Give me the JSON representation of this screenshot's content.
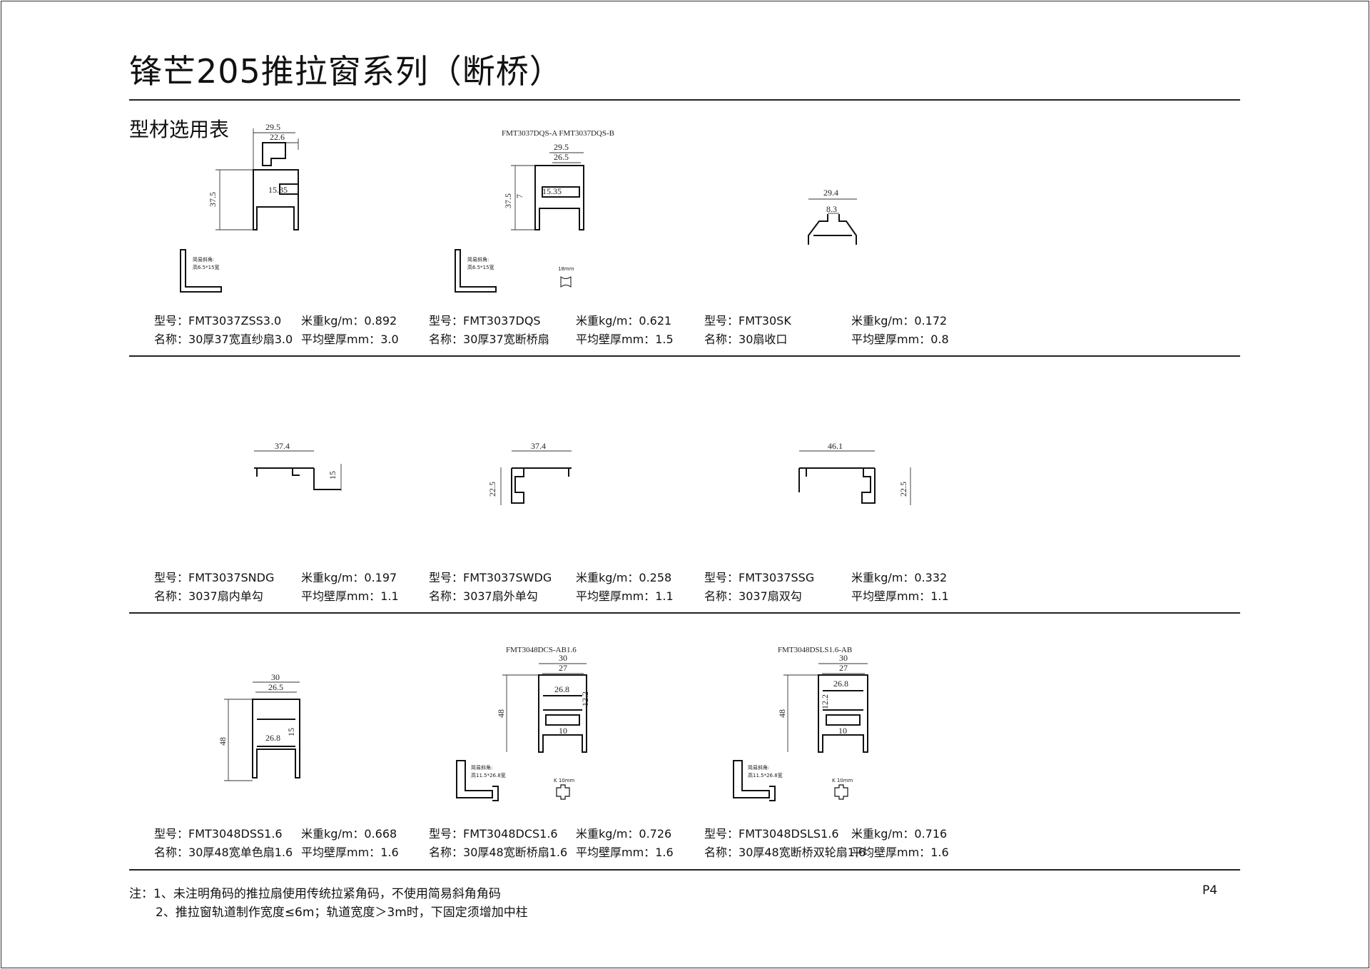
{
  "title": "锋芒205推拉窗系列（断桥）",
  "subtitle": "型材选用表",
  "field_labels": {
    "model": "型号：",
    "name": "名称：",
    "weight": "米重kg/m：",
    "thickness": "平均壁厚mm："
  },
  "profiles": [
    {
      "model": "FMT3037ZSS3.0",
      "name": "30厚37宽直纱扇3.0",
      "weight": "0.892",
      "thickness": "3.0",
      "dims": [
        "29.5",
        "22.6",
        "37.5",
        "15.35"
      ],
      "corner_note": [
        "简易斜角:",
        "高6.5*15宽"
      ]
    },
    {
      "model": "FMT3037DQS",
      "name": "30厚37宽断桥扇",
      "weight": "0.621",
      "thickness": "1.5",
      "header": "FMT3037DQS-A  FMT3037DQS-B",
      "dims": [
        "29.5",
        "26.5",
        "37.5",
        "7",
        "15.35"
      ],
      "corner_note": [
        "简易斜角:",
        "高6.5*15宽"
      ],
      "strip_note": "18mm"
    },
    {
      "model": "FMT30SK",
      "name": "30扇收口",
      "weight": "0.172",
      "thickness": "0.8",
      "dims": [
        "29.4",
        "8.3"
      ]
    },
    {
      "model": "FMT3037SNDG",
      "name": "3037扇内单勾",
      "weight": "0.197",
      "thickness": "1.1",
      "dims": [
        "37.4",
        "15"
      ]
    },
    {
      "model": "FMT3037SWDG",
      "name": "3037扇外单勾",
      "weight": "0.258",
      "thickness": "1.1",
      "dims": [
        "37.4",
        "22.5"
      ]
    },
    {
      "model": "FMT3037SSG",
      "name": "3037扇双勾",
      "weight": "0.332",
      "thickness": "1.1",
      "dims": [
        "46.1",
        "22.5"
      ]
    },
    {
      "model": "FMT3048DSS1.6",
      "name": "30厚48宽单色扇1.6",
      "weight": "0.668",
      "thickness": "1.6",
      "dims": [
        "30",
        "26.5",
        "48",
        "26.8",
        "15"
      ]
    },
    {
      "model": "FMT3048DCS1.6",
      "name": "30厚48宽断桥扇1.6",
      "weight": "0.726",
      "thickness": "1.6",
      "header": "FMT3048DCS-AB1.6",
      "dims": [
        "30",
        "27",
        "48",
        "26.8",
        "12.2",
        "10"
      ],
      "corner_note": [
        "简易斜角:",
        "高11.5*26.8宽"
      ],
      "strip_note": "K 10mm"
    },
    {
      "model": "FMT3048DSLS1.6",
      "name": "30厚48宽断桥双轮扇1.6",
      "weight": "0.716",
      "thickness": "1.6",
      "header": "FMT3048DSLS1.6-AB",
      "dims": [
        "30",
        "27",
        "48",
        "26.8",
        "12.2",
        "10"
      ],
      "corner_note": [
        "简易斜角:",
        "高11.5*26.8宽"
      ],
      "strip_note": "K 10mm"
    }
  ],
  "notes": [
    "注：1、未注明角码的推拉扇使用传统拉紧角码，不使用简易斜角角码",
    "2、推拉窗轨道制作宽度≤6m；轨道宽度＞3m时，下固定须增加中柱"
  ],
  "page_number": "P4"
}
